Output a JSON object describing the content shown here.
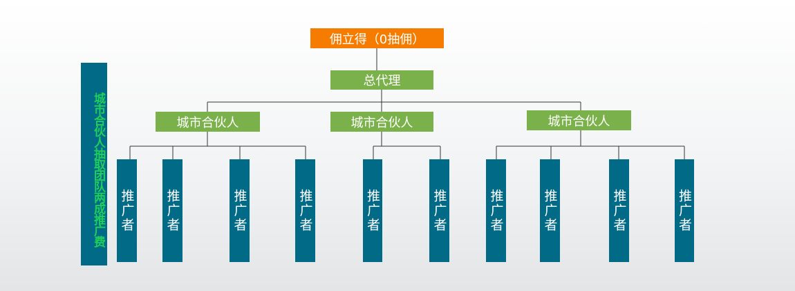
{
  "org": {
    "root": "佣立得（0抽佣）",
    "general_agent": "总代理",
    "partners": [
      {
        "label": "城市合伙人"
      },
      {
        "label": "城市合伙人"
      },
      {
        "label": "城市合伙人"
      }
    ],
    "promoters": [
      {
        "label": "推广者"
      },
      {
        "label": "推广者"
      },
      {
        "label": "推广者"
      },
      {
        "label": "推广者"
      },
      {
        "label": "推广者"
      },
      {
        "label": "推广者"
      },
      {
        "label": "推广者"
      },
      {
        "label": "推广者"
      },
      {
        "label": "推广者"
      },
      {
        "label": "推广者"
      }
    ]
  },
  "side_note": "城市合伙人抽取团队两成推广费",
  "colors": {
    "root": "#f57c00",
    "green_box": "#7bb14a",
    "teal_box": "#006a87",
    "side_text": "#1fcf5a",
    "connector": "#333333"
  }
}
